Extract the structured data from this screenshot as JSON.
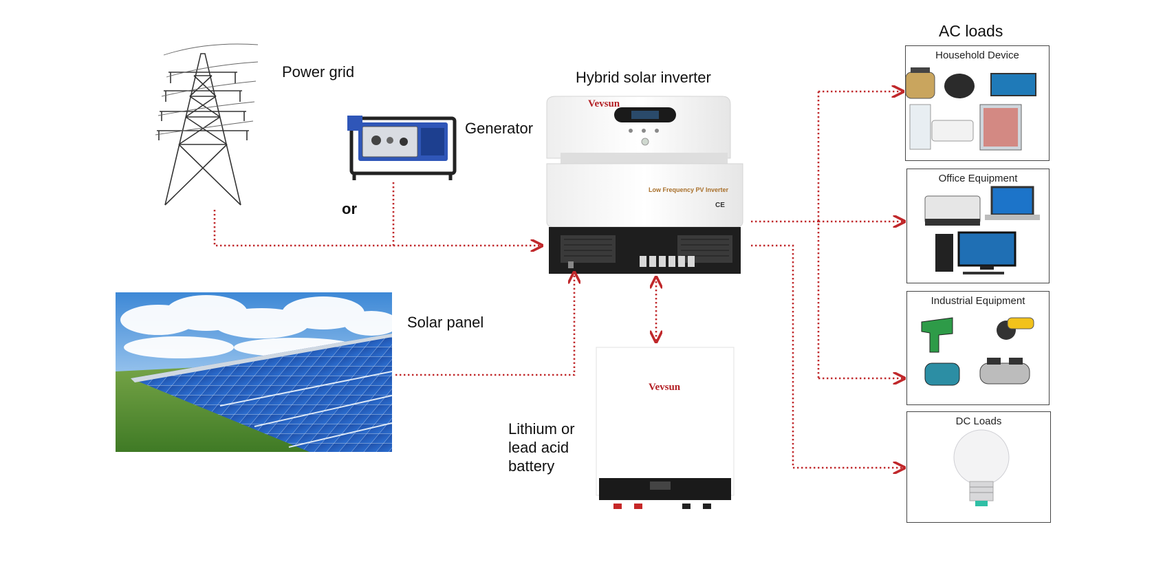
{
  "sources": {
    "power_grid": "Power grid",
    "generator": "Generator",
    "or": "or",
    "solar_panel": "Solar panel"
  },
  "inverter": {
    "title": "Hybrid solar inverter",
    "brand": "Vevsun",
    "model_text": "Low Frequency PV Inverter",
    "cert": "CE"
  },
  "battery": {
    "label_line1": "Lithium or",
    "label_line2": "lead acid",
    "label_line3": "battery",
    "brand": "Vevsun"
  },
  "loads": {
    "ac_title": "AC loads",
    "household": "Household Device",
    "office": "Office Equipment",
    "industrial": "Industrial Equipment",
    "dc": "DC Loads"
  },
  "colors": {
    "flow_line": "#c0282b",
    "brand_red": "#b32025",
    "box_border": "#444444"
  }
}
